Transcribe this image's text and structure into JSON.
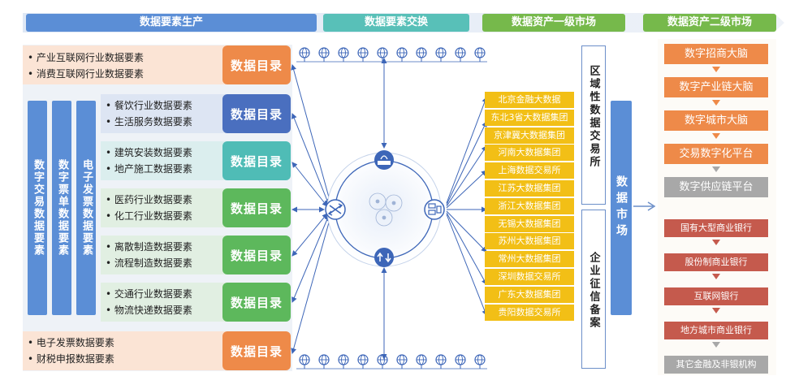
{
  "headers": {
    "production": "数据要素生产",
    "exchange": "数据要素交换",
    "primary": "数据资产一级市场",
    "secondary": "数据资产二级市场"
  },
  "vertical_columns": [
    "数字交易数据要素",
    "数字票单数据要素",
    "电子发票数据要素"
  ],
  "categories": [
    {
      "items": [
        "产业互联网行业数据要素",
        "消费互联网行业数据要素"
      ],
      "catalog": "数据目录"
    },
    {
      "items": [
        "餐饮行业数据要素",
        "生活服务数据要素"
      ],
      "catalog": "数据目录"
    },
    {
      "items": [
        "建筑安装数据要素",
        "地产施工数据要素"
      ],
      "catalog": "数据目录"
    },
    {
      "items": [
        "医药行业数据要素",
        "化工行业数据要素"
      ],
      "catalog": "数据目录"
    },
    {
      "items": [
        "离散制造数据要素",
        "流程制造数据要素"
      ],
      "catalog": "数据目录"
    },
    {
      "items": [
        "交通行业数据要素",
        "物流快递数据要素"
      ],
      "catalog": "数据目录"
    },
    {
      "items": [
        "电子发票数据要素",
        "财税申报数据要素"
      ],
      "catalog": "数据目录"
    }
  ],
  "exchanges": [
    "北京金融大数据",
    "东北3省大数据集团",
    "京津冀大数据集团",
    "河南大数据集团",
    "上海数据交易所",
    "江苏大数据集团",
    "浙江大数据集团",
    "无锡大数据集团",
    "苏州大数据集团",
    "常州大数据集团",
    "深圳数据交易所",
    "广东大数据集团",
    "贵阳数据交易所"
  ],
  "regional_label": "区域性数据交易所",
  "credit_label": "企业征信备案",
  "data_market_label": "数据市场",
  "secondary_top": [
    "数字招商大脑",
    "数字产业链大脑",
    "数字城市大脑",
    "交易数字化平台",
    "数字供应链平台"
  ],
  "secondary_bottom": [
    "国有大型商业银行",
    "股份制商业银行",
    "互联网银行",
    "地方城市商业银行",
    "其它金融及非银机构"
  ],
  "colors": {
    "header_blue": "#5b8ed6",
    "header_teal": "#58c0b8",
    "header_green": "#76b94b",
    "exchange_yellow": "#f2bf16",
    "sec_orange": "#ee8a49",
    "sec_red": "#c55a4d",
    "sec_gray": "#a8a8a8"
  },
  "icons": [
    "globe-icon",
    "exchange-icon",
    "router-icon",
    "server-icon",
    "refresh-icon",
    "arrow-down-icon"
  ]
}
